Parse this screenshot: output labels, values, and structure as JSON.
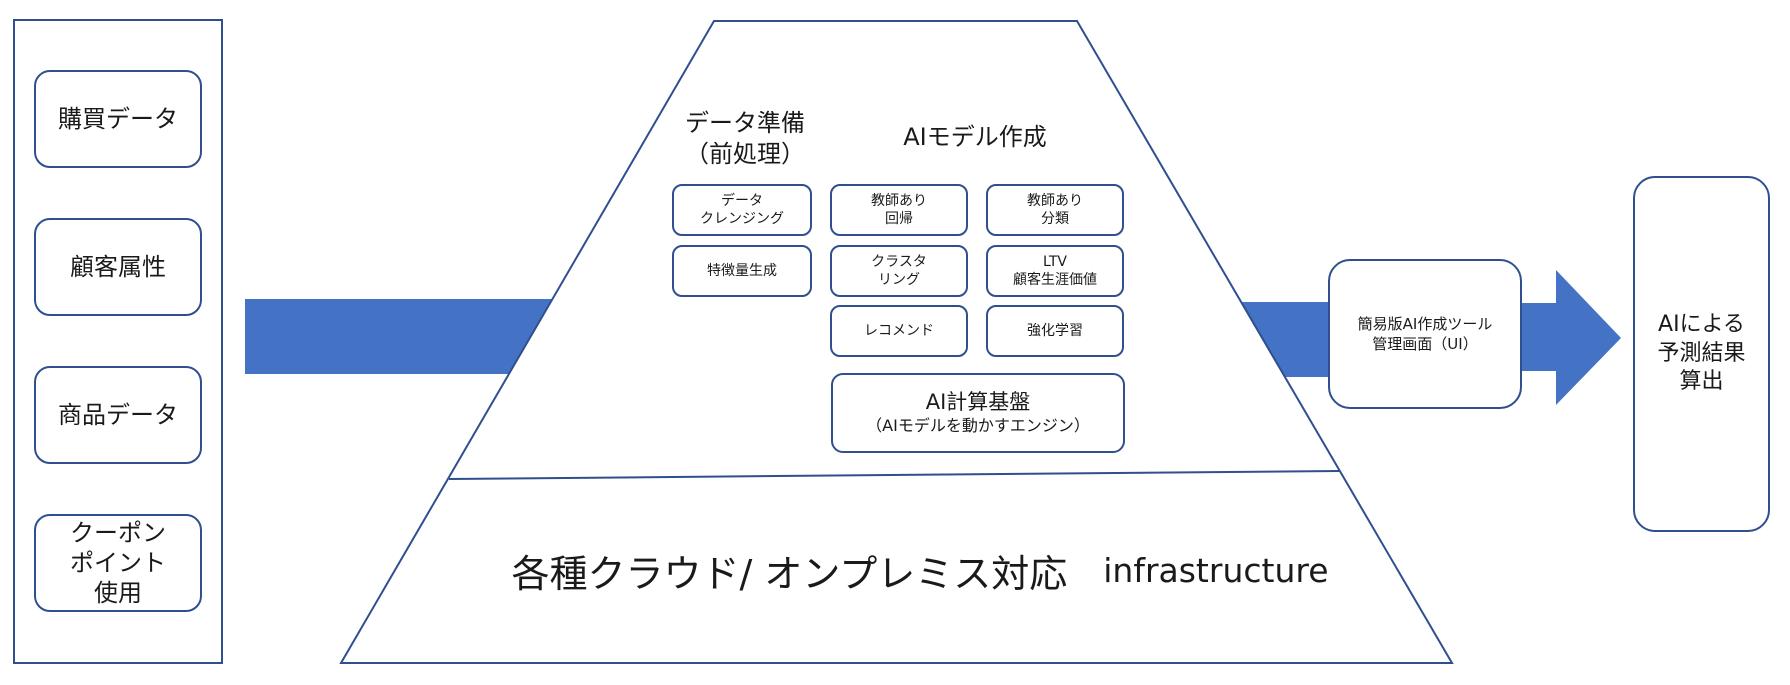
{
  "sources": [
    {
      "label": "購買データ"
    },
    {
      "label": "顧客属性"
    },
    {
      "label": "商品データ"
    },
    {
      "label": "クーポン\nポイント\n使用"
    }
  ],
  "platform": {
    "data_prep_title": "データ準備\n（前処理）",
    "model_title": "AIモデル作成",
    "prep_items": [
      {
        "label": "データ\nクレンジング"
      },
      {
        "label": "特徴量生成"
      }
    ],
    "model_items": [
      {
        "label": "教師あり\n回帰"
      },
      {
        "label": "教師あり\n分類"
      },
      {
        "label": "クラスタ\nリング"
      },
      {
        "label": "LTV\n顧客生涯価値"
      },
      {
        "label": "レコメンド"
      },
      {
        "label": "強化学習"
      }
    ],
    "engine_title": "AI計算基盤",
    "engine_sub": "（AIモデルを動かすエンジン）",
    "infra_jp": "各種クラウド/ オンプレミス対応",
    "infra_en": "infrastructure"
  },
  "tool": {
    "label": "簡易版AI作成ツール\n管理画面（UI）"
  },
  "result": {
    "label": "AIによる\n予測結果\n算出"
  },
  "colors": {
    "arrow": "#4472c4",
    "border": "#2f4f8f"
  }
}
